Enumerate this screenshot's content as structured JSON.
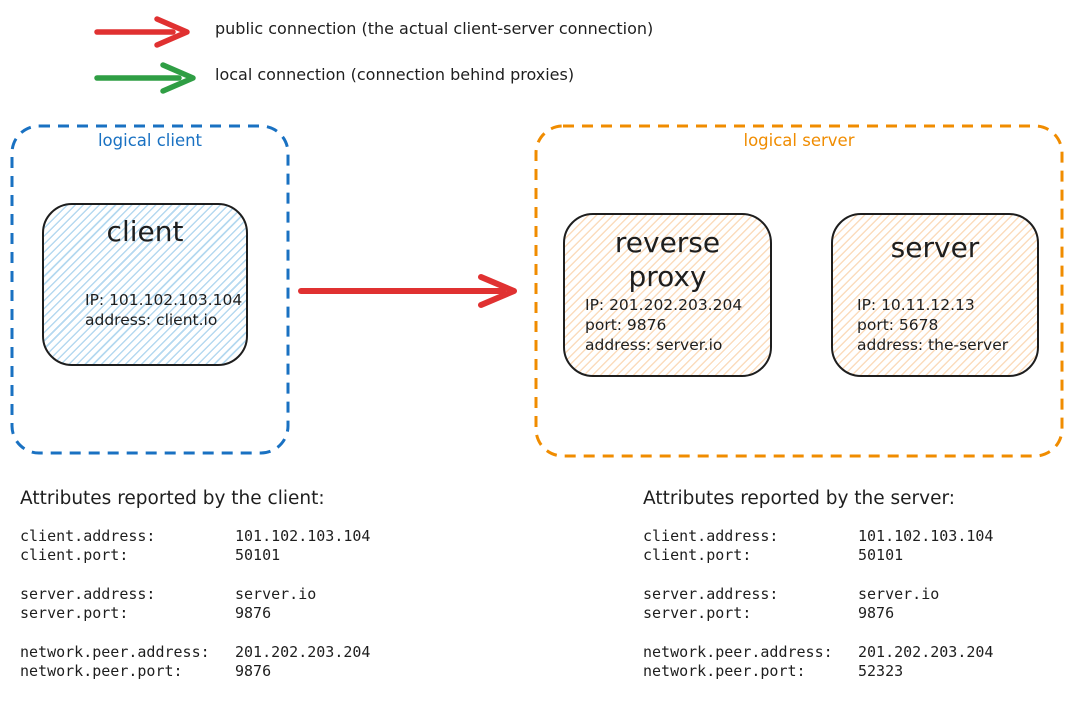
{
  "palette": {
    "stroke_dark": "#1e1e1e",
    "red": "#e03131",
    "green": "#2f9e44",
    "blue": "#1971c2",
    "orange": "#f08c00",
    "blue_fill": "#b5d9f0",
    "orange_fill": "#fbdcbd",
    "background": "#ffffff"
  },
  "legend": {
    "items": [
      {
        "name": "public-connection",
        "arrow_color": "#e03131",
        "label": "public connection (the actual client-server connection)"
      },
      {
        "name": "local-connection",
        "arrow_color": "#2f9e44",
        "label": "local connection (connection behind proxies)"
      }
    ]
  },
  "groups": {
    "client": {
      "label": "logical client",
      "nodes": {
        "client": {
          "title": "client",
          "lines": [
            "IP: 101.102.103.104",
            "address: client.io"
          ]
        }
      }
    },
    "server": {
      "label": "logical server",
      "nodes": {
        "reverse_proxy": {
          "title": "reverse proxy",
          "lines": [
            "IP: 201.202.203.204",
            "port: 9876",
            "address: server.io"
          ]
        },
        "server": {
          "title": "server",
          "lines": [
            "IP: 10.11.12.13",
            "port: 5678",
            "address: the-server"
          ]
        }
      }
    }
  },
  "attributes_client": {
    "heading": "Attributes reported by the client:",
    "groups": [
      {
        "rows": [
          {
            "label": "client.address:",
            "value": "101.102.103.104"
          },
          {
            "label": "client.port:",
            "value": "50101"
          }
        ]
      },
      {
        "rows": [
          {
            "label": "server.address:",
            "value": "server.io"
          },
          {
            "label": "server.port:",
            "value": "9876"
          }
        ]
      },
      {
        "rows": [
          {
            "label": "network.peer.address:",
            "value": "201.202.203.204"
          },
          {
            "label": "network.peer.port:",
            "value": "9876"
          }
        ]
      }
    ]
  },
  "attributes_server": {
    "heading": "Attributes reported by the server:",
    "groups": [
      {
        "rows": [
          {
            "label": "client.address:",
            "value": "101.102.103.104"
          },
          {
            "label": "client.port:",
            "value": "50101"
          }
        ]
      },
      {
        "rows": [
          {
            "label": "server.address:",
            "value": "server.io"
          },
          {
            "label": "server.port:",
            "value": "9876"
          }
        ]
      },
      {
        "rows": [
          {
            "label": "network.peer.address:",
            "value": "201.202.203.204"
          },
          {
            "label": "network.peer.port:",
            "value": "52323"
          }
        ]
      }
    ]
  }
}
